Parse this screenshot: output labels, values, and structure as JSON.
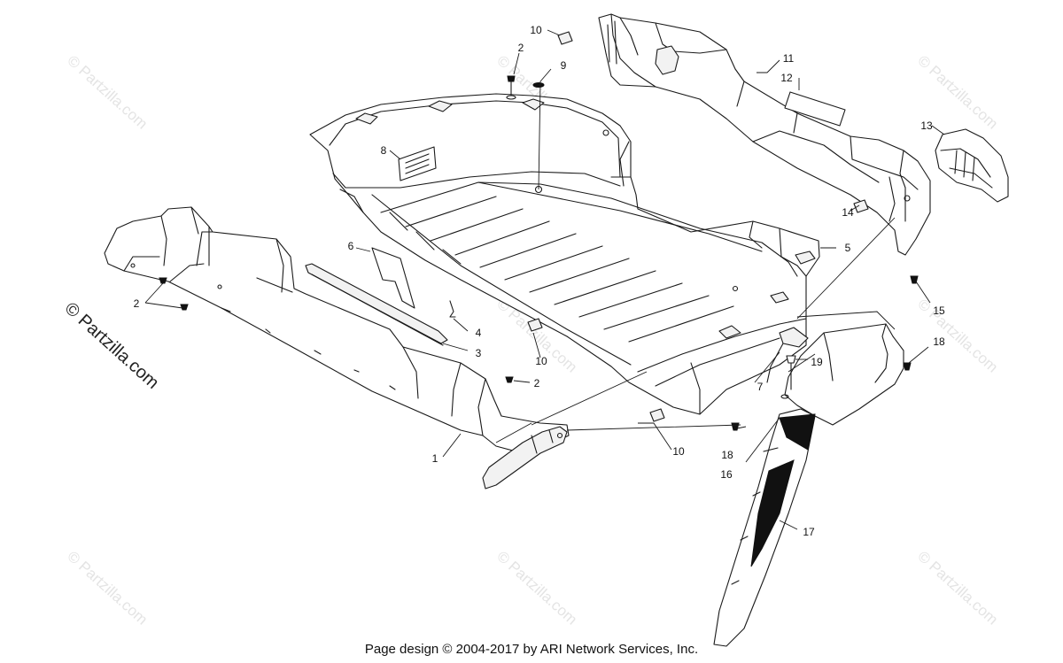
{
  "watermark": {
    "text": "© Partzilla.com"
  },
  "callouts": {
    "c1": "1",
    "c2a": "2",
    "c2b": "2",
    "c2c": "2",
    "c3": "3",
    "c4": "4",
    "c5": "5",
    "c6": "6",
    "c7": "7",
    "c8": "8",
    "c9": "9",
    "c10a": "10",
    "c10b": "10",
    "c10c": "10",
    "c11": "11",
    "c12": "12",
    "c13": "13",
    "c14": "14",
    "c15": "15",
    "c16": "16",
    "c17": "17",
    "c18a": "18",
    "c18b": "18",
    "c19": "19"
  },
  "footer": {
    "copyright": "Page design © 2004-2017 by ARI Network Services, Inc."
  }
}
